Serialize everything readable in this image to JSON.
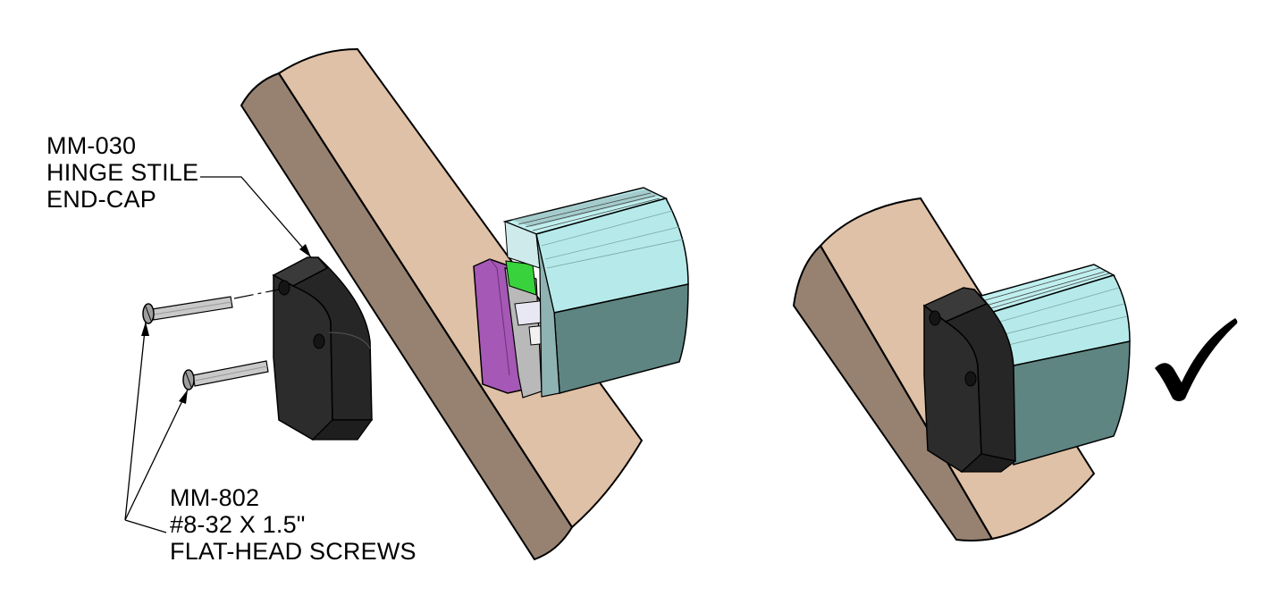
{
  "callouts": {
    "endcap": {
      "part_number": "MM-030",
      "line2": "HINGE STILE",
      "line3": "END-CAP"
    },
    "screws": {
      "part_number": "MM-802",
      "line2": "#8-32 X 1.5\"",
      "line3": "FLAT-HEAD SCREWS"
    }
  },
  "colors": {
    "wood_face": "#dfc1a7",
    "wood_side": "#978272",
    "endcap_black": "#2c2c2c",
    "extrusion_cyan": "#b6eaea",
    "extrusion_dark": "#5e8582",
    "bracket_purple": "#a558b5",
    "bracket_green": "#38d23d",
    "screw_gray": "#bdbdbd"
  },
  "icons": {
    "confirm": "checkmark-icon"
  }
}
